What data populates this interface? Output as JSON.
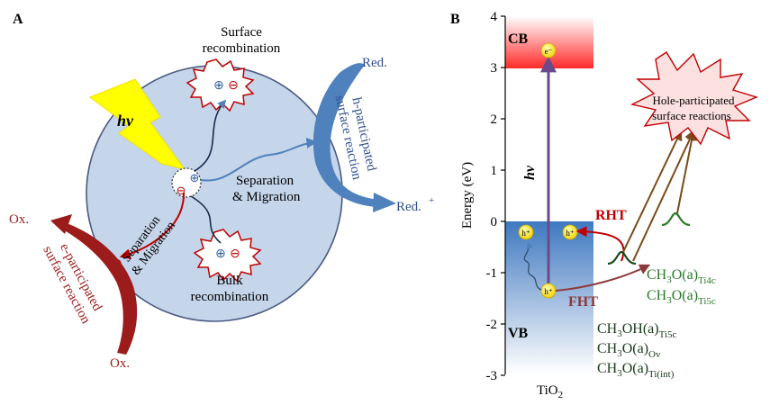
{
  "panel_a": {
    "label": "A",
    "hv": "hν",
    "surface_recombination": [
      "Surface",
      "recombination"
    ],
    "bulk_recombination": [
      "Bulk",
      "recombination"
    ],
    "sep_mig_right": [
      "Separation",
      "& Migration"
    ],
    "sep_mig_left": [
      "Separation",
      "& Migration"
    ],
    "red": "Red.",
    "red_plus": "Red.",
    "h_participated": [
      "h-participated",
      "surface reaction"
    ],
    "ox_top": "Ox.",
    "ox_bottom": "Ox.",
    "e_participated": [
      "e-participated",
      "surface reaction"
    ],
    "plus_symbol": "⊕",
    "minus_symbol": "⊖",
    "colors": {
      "sphere": "#c5d5ea",
      "sphere_stroke": "#4a5a80",
      "blue_arrow": "#4f81bd",
      "red_arrow": "#c00000",
      "dark_red": "#9c1c1c",
      "yellow": "#ffff00"
    }
  },
  "panel_b": {
    "label": "B",
    "ylabel": "Energy (eV)",
    "yticks": [
      "4",
      "3",
      "2",
      "1",
      "0",
      "-1",
      "-2",
      "-3"
    ],
    "cb": "CB",
    "vb": "VB",
    "tio2": "TiO",
    "tio2_sub": "2",
    "hv": "hν",
    "electron": "e⁻",
    "hole": "h⁺",
    "rht": "RHT",
    "fht": "FHT",
    "hole_reactions": [
      "Hole-participated",
      "surface reactions"
    ],
    "species_green": [
      {
        "base": "CH",
        "sub1": "3",
        "mid": "O(a)",
        "sub2": "Ti4c"
      },
      {
        "base": "CH",
        "sub1": "3",
        "mid": "O(a)",
        "sub2": "Ti5c"
      }
    ],
    "species_black": [
      {
        "base": "CH",
        "sub1": "3",
        "mid": "OH(a)",
        "sub2": "Ti5c"
      },
      {
        "base": "CH",
        "sub1": "3",
        "mid": "O(a)",
        "sub2": "Ov"
      },
      {
        "base": "CH",
        "sub1": "3",
        "mid": "O(a)",
        "sub2": "Ti(int)"
      }
    ],
    "colors": {
      "cb_band": "#ff3333",
      "vb_band": "#4a7fc0",
      "purple": "#6a4a8a",
      "rht": "#c00000",
      "fht": "#8b3a3a",
      "green": "#2a7a2a",
      "brown": "#7a4a1a",
      "star_fill": "#fde0e0",
      "star_stroke": "#c00000"
    }
  }
}
